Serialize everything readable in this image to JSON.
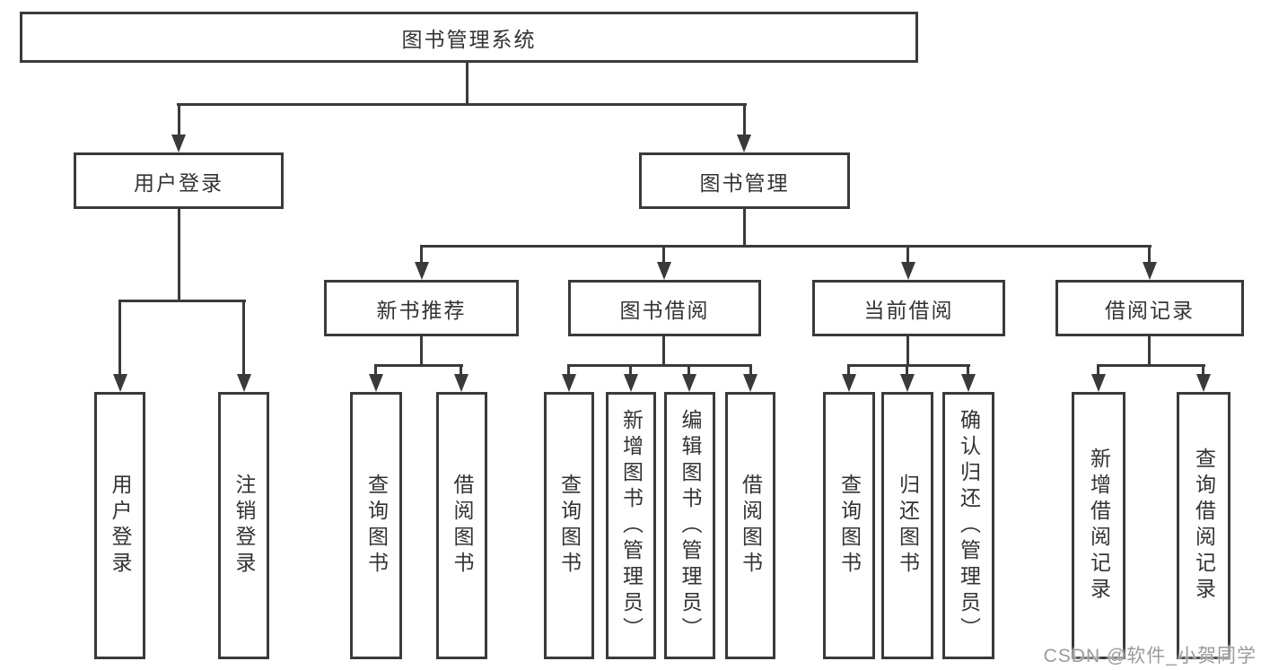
{
  "diagram": {
    "title": "图书管理系统",
    "root": {
      "label": "图书管理系统"
    },
    "login": {
      "label": "用户登录",
      "children": [
        {
          "label": "用户登录"
        },
        {
          "label": "注销登录"
        }
      ]
    },
    "management": {
      "label": "图书管理",
      "sections": [
        {
          "label": "新书推荐",
          "children": [
            {
              "label": "查询图书"
            },
            {
              "label": "借阅图书"
            }
          ]
        },
        {
          "label": "图书借阅",
          "children": [
            {
              "label": "查询图书"
            },
            {
              "label": "新增图书（管理员）"
            },
            {
              "label": "编辑图书（管理员）"
            },
            {
              "label": "借阅图书"
            }
          ]
        },
        {
          "label": "当前借阅",
          "children": [
            {
              "label": "查询图书"
            },
            {
              "label": "归还图书"
            },
            {
              "label": "确认归还（管理员）"
            }
          ]
        },
        {
          "label": "借阅记录",
          "children": [
            {
              "label": "新增借阅记录"
            },
            {
              "label": "查询借阅记录"
            }
          ]
        }
      ]
    }
  },
  "watermark": {
    "text": "CSDN @软件_小贺同学"
  },
  "colors": {
    "ink": "#3a3a3a",
    "text": "#333333",
    "watermark_gray": "#9b9b9b",
    "background": "#ffffff"
  }
}
